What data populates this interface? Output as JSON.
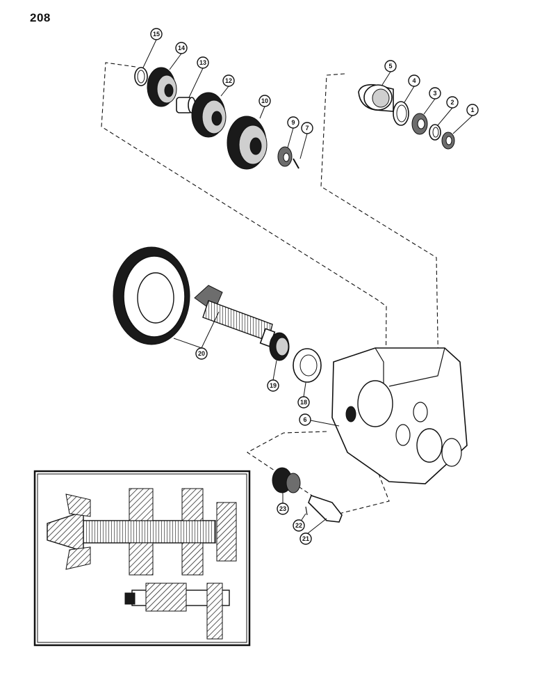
{
  "page": {
    "number": "208"
  },
  "callouts": [
    {
      "id": "c1",
      "label": "1"
    },
    {
      "id": "c2",
      "label": "2"
    },
    {
      "id": "c3",
      "label": "3"
    },
    {
      "id": "c4",
      "label": "4"
    },
    {
      "id": "c5",
      "label": "5"
    },
    {
      "id": "c6",
      "label": "6"
    },
    {
      "id": "c7",
      "label": "7"
    },
    {
      "id": "c9",
      "label": "9"
    },
    {
      "id": "c10",
      "label": "10"
    },
    {
      "id": "c12",
      "label": "12"
    },
    {
      "id": "c13",
      "label": "13"
    },
    {
      "id": "c14",
      "label": "14"
    },
    {
      "id": "c15",
      "label": "15"
    },
    {
      "id": "c18",
      "label": "18"
    },
    {
      "id": "c19",
      "label": "19"
    },
    {
      "id": "c20",
      "label": "20"
    },
    {
      "id": "c21",
      "label": "21"
    },
    {
      "id": "c22",
      "label": "22"
    },
    {
      "id": "c23",
      "label": "23"
    }
  ],
  "colors": {
    "ink": "#111111",
    "paper": "#ffffff",
    "shade": "#6d6d6d"
  }
}
